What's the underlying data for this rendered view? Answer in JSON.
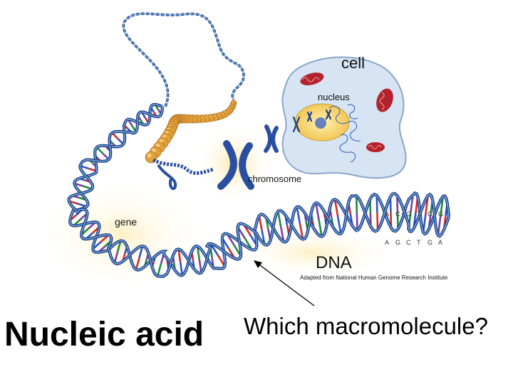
{
  "labels": {
    "cell": "cell",
    "nucleus": "nucleus",
    "chromosome": "chromosome",
    "gene": "gene",
    "dna": "DNA",
    "credit": "Adapted from National Human Genome Research Institute"
  },
  "question": "Which macromolecule?",
  "answer": "Nucleic acid",
  "base_letters": [
    "A",
    "C",
    "G",
    "T",
    "C",
    "G",
    "A",
    "G",
    "C",
    "T",
    "G",
    "A"
  ],
  "colors": {
    "strand_dark": "#1d3f86",
    "strand_light": "#7fb0e0",
    "base_red": "#d42a2a",
    "base_green": "#1f8a3a",
    "base_blue": "#2a55c8",
    "base_purple": "#7a3fa8",
    "cell_fill": "#d6e4f4",
    "cell_stroke": "#8aa6c8",
    "nucleus_fill": "#f6d36a",
    "mito_fill": "#b3232d",
    "chromosome": "#2a4fa0",
    "histone": "#e2a03a",
    "glow": "#fbe9a8"
  },
  "icons": [
    "chromosome-icon",
    "mitochondrion-icon",
    "arrow-pointer-icon"
  ]
}
